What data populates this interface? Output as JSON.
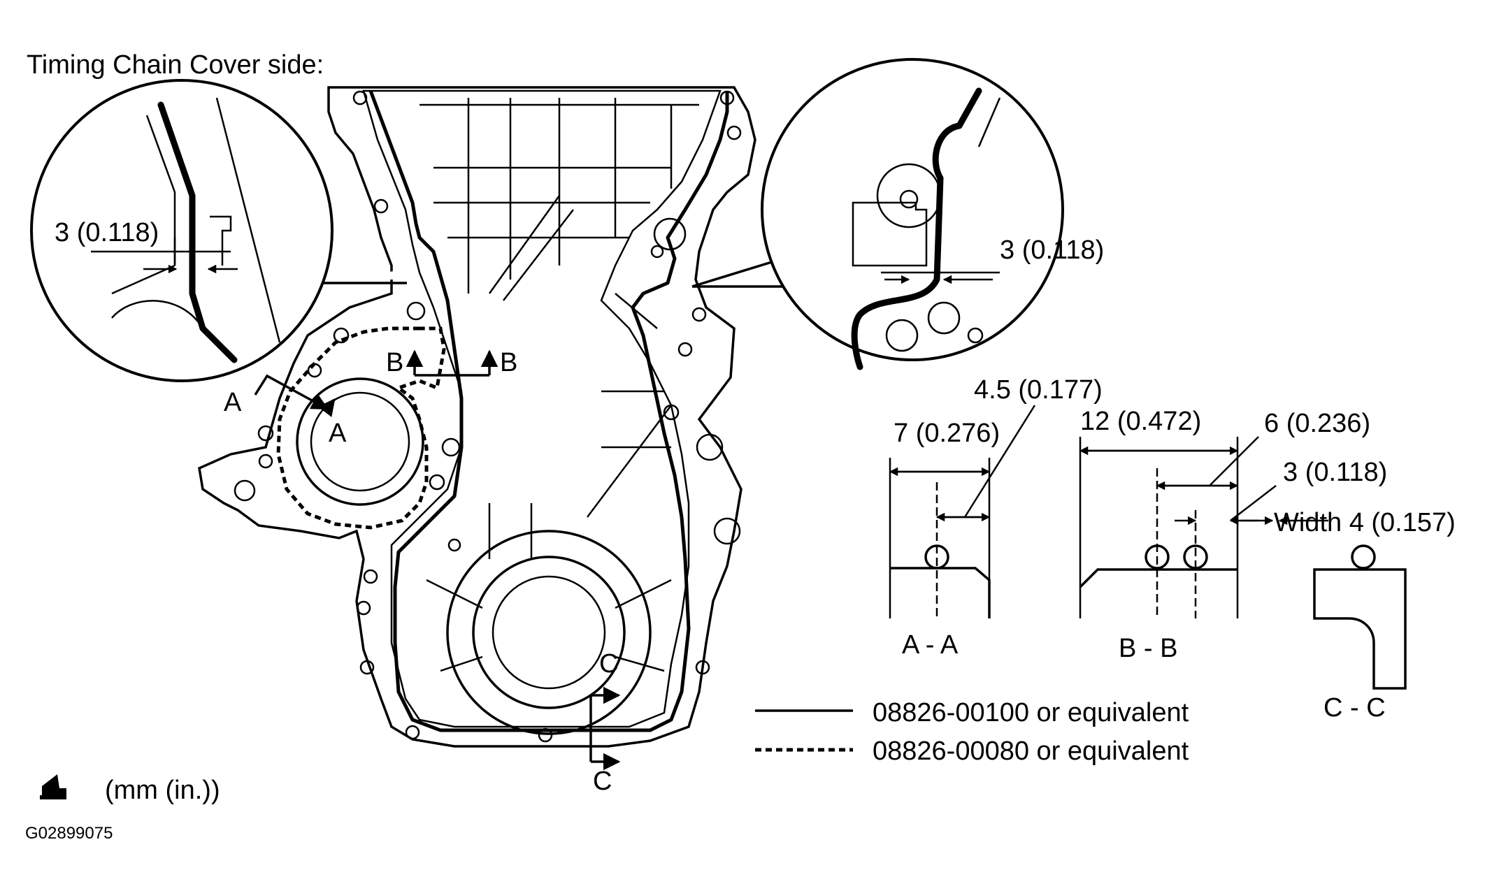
{
  "title": "Timing Chain Cover side:",
  "figure_id": "G02899075",
  "units_note": "(mm (in.))",
  "detail_left": {
    "dimension": "3 (0.118)"
  },
  "detail_right": {
    "dimension": "3 (0.118)"
  },
  "section_markers": {
    "a": "A",
    "b": "B",
    "c": "C"
  },
  "section_aa": {
    "caption": "A - A",
    "dim_width": "7 (0.276)",
    "dim_offset": "4.5 (0.177)"
  },
  "section_bb": {
    "caption": "B - B",
    "dim_width": "12 (0.472)",
    "dim_offset": "6 (0.236)",
    "dim_gap": "3 (0.118)",
    "bead_width": "Width 4 (0.157)"
  },
  "section_cc": {
    "caption": "C - C"
  },
  "legend": {
    "solid": "08826-00100 or equivalent",
    "dashed": "08826-00080 or equivalent"
  },
  "icons": [
    "sealant-tool-icon"
  ]
}
